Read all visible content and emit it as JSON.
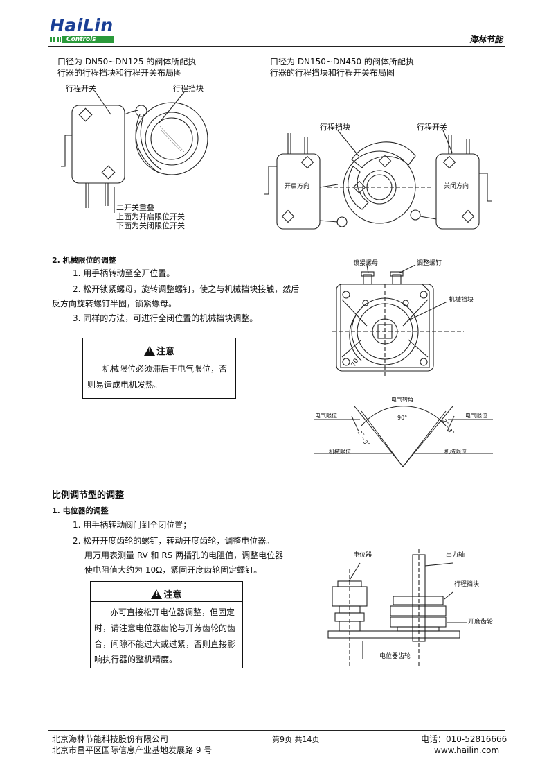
{
  "header": {
    "logo_text": "HaiLin",
    "logo_sub": "Controls",
    "right_text": "海林节能"
  },
  "fig1": {
    "caption_line1": "口径为 DN50~DN125 的阀体所配执",
    "caption_line2": "行器的行程挡块和行程开关布局图",
    "label_switch": "行程开关",
    "label_block": "行程挡块",
    "note_line1": "二开关重叠",
    "note_line2": "上面为开启限位开关",
    "note_line3": "下面为关闭限位开关"
  },
  "fig2": {
    "caption_line1": "口径为 DN150~DN450 的阀体所配执",
    "caption_line2": "行器的行程挡块和行程开关布局图",
    "label_block": "行程挡块",
    "label_switch": "行程开关",
    "label_open": "开启方向",
    "label_close": "关闭方向"
  },
  "section_mech": {
    "heading": "2. 机械限位的调整",
    "step1": "1. 用手柄转动至全开位置。",
    "step2_line1": "2. 松开锁紧螺母，旋转调整螺钉，使之与机械挡块接触，然后",
    "step2_line2": "反方向旋转螺钉半圈，锁紧螺母。",
    "step3": "3. 同样的方法，可进行全闭位置的机械挡块调整。"
  },
  "note1": {
    "title": "注意",
    "line1": "机械限位必须滞后于电气限位，否",
    "line2": "则易造成电机发热。"
  },
  "fig3": {
    "label_nut": "锁紧螺母",
    "label_screw": "调整螺钉",
    "label_block": "机械挡块",
    "mark_70": "70"
  },
  "fig4": {
    "title": "电气转角",
    "angle": "90°",
    "left_elec": "电气限位",
    "right_elec": "电气限位",
    "left_mech": "机械限位",
    "right_mech": "机械限位",
    "left_range": "2˚~3˚",
    "right_range": "2˚~3˚"
  },
  "section_prop": {
    "heading": "比例调节型的调整",
    "sub_heading": "1. 电位器的调整",
    "step1": "1. 用手柄转动阀门到全闭位置；",
    "step2_line1": "2. 松开开度齿轮的螺钉，转动开度齿轮，调整电位器。",
    "step2_line2": "用万用表测量 RV 和 RS 两插孔的电阻值，调整电位器",
    "step2_line3": "使电阻值大约为 10Ω，紧固开度齿轮固定螺钉。"
  },
  "note2": {
    "title": "注意",
    "line1": "亦可直接松开电位器调整，但固定",
    "line2": "时，请注意电位器齿轮与开芳齿轮的齿",
    "line3": "合，间隙不能过大或过紧，否则直接影",
    "line4": "响执行器的整机精度。"
  },
  "fig5": {
    "label_pot": "电位器",
    "label_shaft": "出力轴",
    "label_block": "行程挡块",
    "label_gear": "开度齿轮",
    "label_potgear": "电位器齿轮"
  },
  "footer": {
    "company": "北京海林节能科技股份有限公司",
    "address": "北京市昌平区国际信息产业基地发展路 9 号",
    "page": "第9页  共14页",
    "phone": "电话：010-52816666",
    "web": "www.hailin.com"
  },
  "colors": {
    "logo_blue": "#1a3f95",
    "logo_green": "#2a9a3a"
  }
}
